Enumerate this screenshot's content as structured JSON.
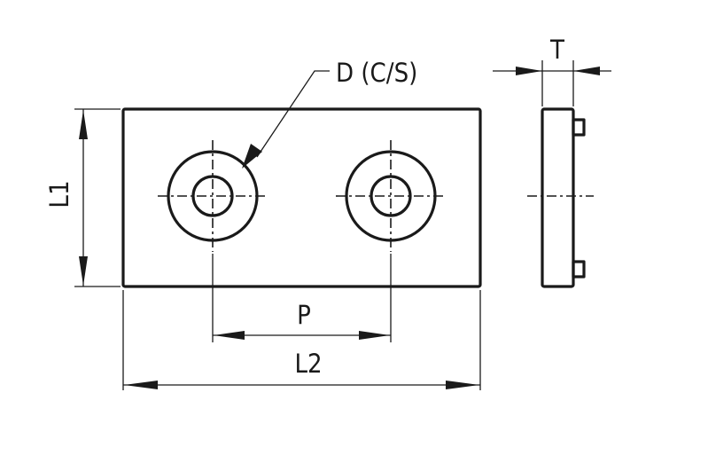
{
  "labels": {
    "thickness": "T",
    "hole": "D (C/S)",
    "width": "L1",
    "pitch": "P",
    "length": "L2"
  }
}
